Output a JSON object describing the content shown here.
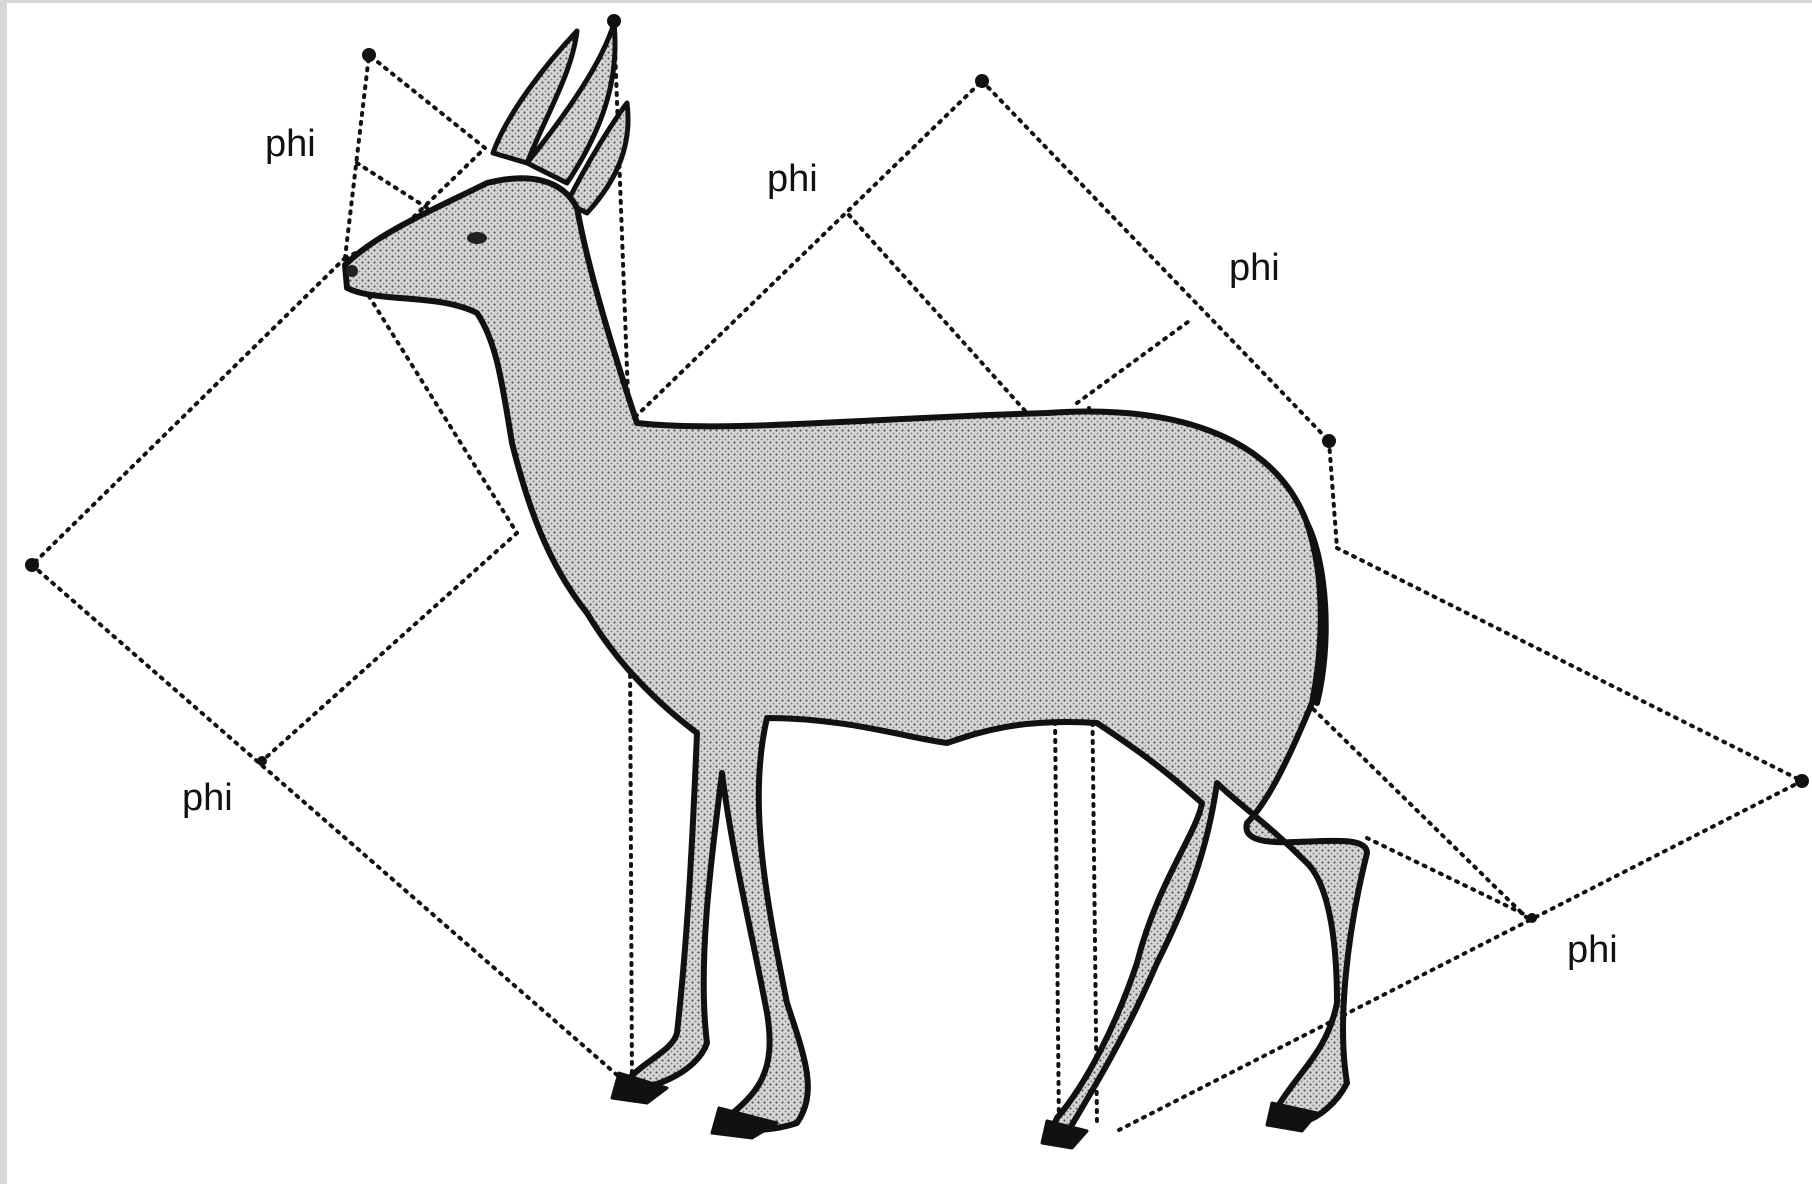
{
  "diagram": {
    "labels": [
      "phi",
      "phi",
      "phi",
      "phi",
      "phi"
    ],
    "colors": {
      "background": "#ffffff",
      "frame": "#d7d7d7",
      "ink": "#111111",
      "body_fill": "#c9c9c9"
    }
  }
}
